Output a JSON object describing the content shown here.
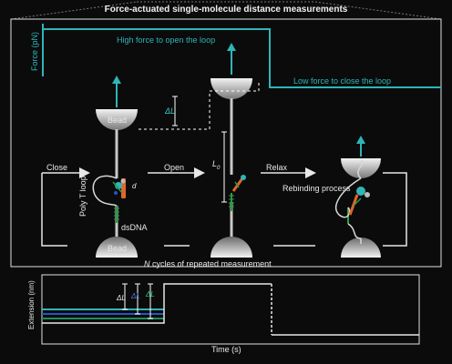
{
  "title": "Force-actuated single-molecule distance measurements",
  "force_panel": {
    "axis_label": "Force (pN)",
    "high_label": "High force to open the loop",
    "low_label": "Low force to close the loop"
  },
  "states": {
    "bead_top": "Bead",
    "bead_bottom": "Bead",
    "delta_l": "ΔL",
    "close": "Close",
    "open": "Open",
    "relax": "Relax",
    "poly_t_loop": "Poly T loop",
    "dsdna": "dsDNA",
    "d_symbol": "d",
    "l0_symbol": "L",
    "l0_subscript": "0",
    "rebinding": "Rebinding process",
    "cycles_n": "N",
    "cycles_text": "cycles of repeated measurement"
  },
  "extension_panel": {
    "ylabel": "Extension (nm)",
    "xlabel": "Time (s)",
    "delta_labels": [
      "ΔL",
      "ΔL",
      "ΔL"
    ]
  },
  "colors": {
    "background": "#0b0b0b",
    "force_line": "#2fb5b8",
    "panel_frame": "#e0e0e0",
    "bead": "#dcdcdc",
    "ds_dna": "#2c9b49",
    "protein_orange": "#e0662a",
    "protein_teal": "#2fb5b8",
    "trace_blue": "#2454c8",
    "trace_green": "#1e8c5a"
  }
}
